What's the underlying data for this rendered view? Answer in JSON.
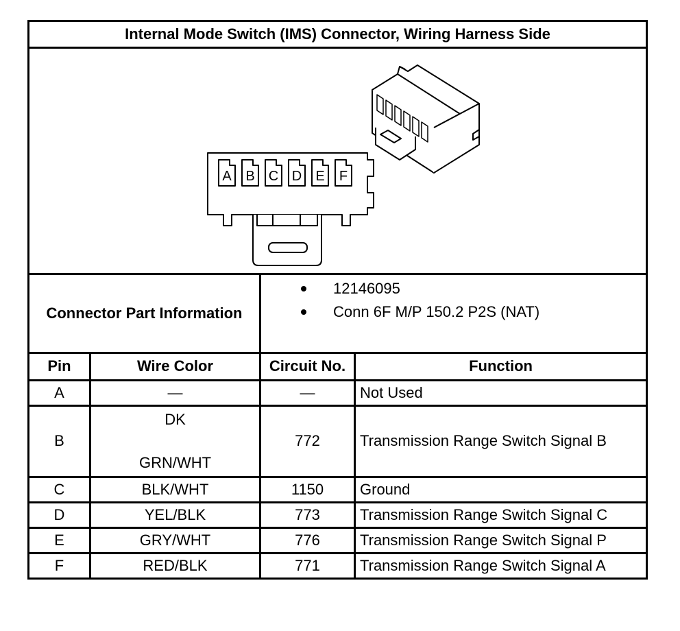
{
  "title": "Internal Mode Switch (IMS) Connector, Wiring Harness Side",
  "diagram": {
    "pin_letters": [
      "A",
      "B",
      "C",
      "D",
      "E",
      "F"
    ]
  },
  "part_info": {
    "label": "Connector Part Information",
    "items": [
      "12146095",
      "Conn 6F M/P 150.2 P2S (NAT)"
    ]
  },
  "columns": {
    "pin": "Pin",
    "wire": "Wire Color",
    "circuit": "Circuit No.",
    "function": "Function"
  },
  "rows": [
    {
      "pin": "A",
      "wire": "—",
      "circuit": "—",
      "function": "Not Used"
    },
    {
      "pin": "B",
      "wire_top": "DK",
      "wire_bottom": "GRN/WHT",
      "circuit": "772",
      "function": "Transmission Range Switch Signal B"
    },
    {
      "pin": "C",
      "wire": "BLK/WHT",
      "circuit": "1150",
      "function": "Ground"
    },
    {
      "pin": "D",
      "wire": "YEL/BLK",
      "circuit": "773",
      "function": "Transmission Range Switch Signal C"
    },
    {
      "pin": "E",
      "wire": "GRY/WHT",
      "circuit": "776",
      "function": "Transmission Range Switch Signal P"
    },
    {
      "pin": "F",
      "wire": "RED/BLK",
      "circuit": "771",
      "function": "Transmission Range Switch Signal A"
    }
  ]
}
